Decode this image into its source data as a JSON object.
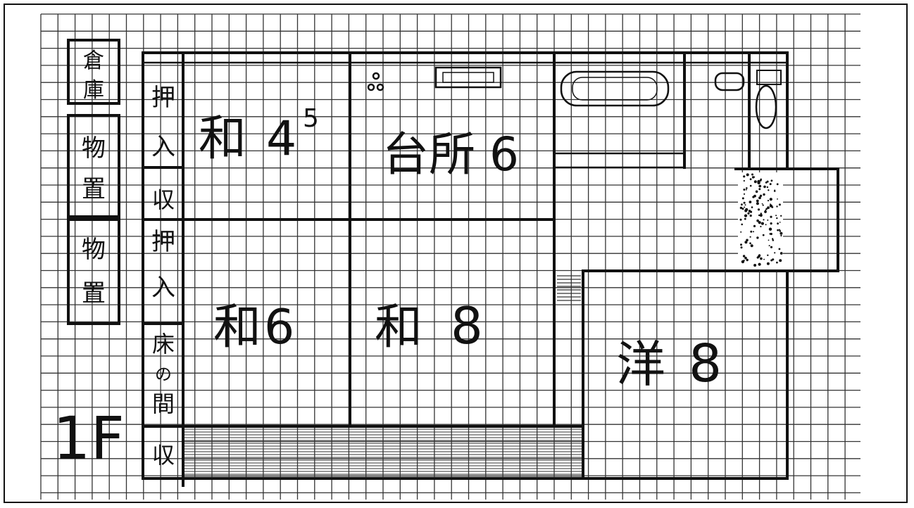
{
  "floor_label": "1F",
  "rooms": {
    "washitsu_45": {
      "name": "和",
      "size": "4",
      "superscript": "5"
    },
    "kitchen": {
      "name": "台所",
      "size": "6"
    },
    "washitsu_6": {
      "name": "和",
      "size": "6"
    },
    "washitsu_8": {
      "name": "和",
      "size": "8"
    },
    "youshitsu_8": {
      "name": "洋",
      "size": "8"
    }
  },
  "storage": {
    "warehouse": "倉庫",
    "storage_shed_1": "物置",
    "storage_shed_2": "物置",
    "closet_1": "押入",
    "shelf_1": "収",
    "closet_2": "押入",
    "tokonoma": "床の間",
    "shelf_2": "収"
  },
  "colors": {
    "ink": "#111111",
    "grid": "#222222",
    "paper": "#ffffff"
  }
}
